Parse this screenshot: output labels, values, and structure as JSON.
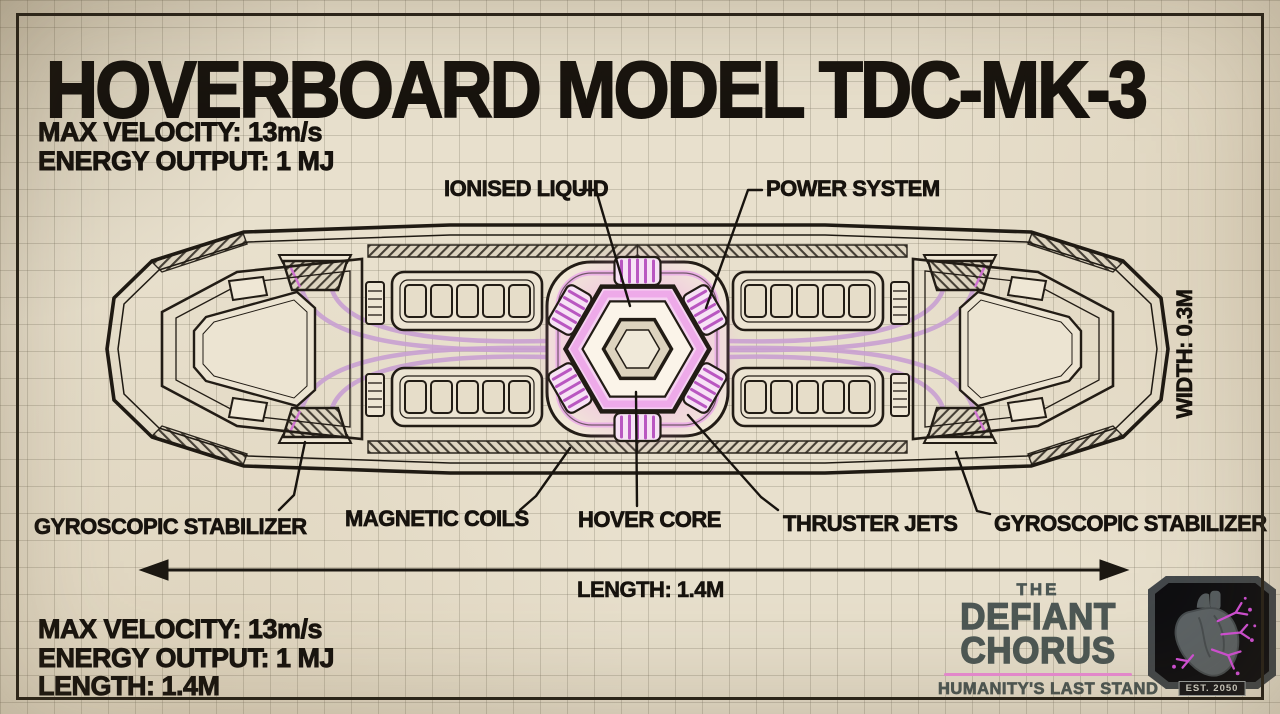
{
  "title": "HOVERBOARD MODEL TDC-MK-3",
  "specs_top": [
    "MAX VELOCITY: 13m/s",
    "ENERGY OUTPUT: 1 MJ"
  ],
  "specs_bottom": [
    "MAX VELOCITY: 13m/s",
    "ENERGY OUTPUT: 1 MJ",
    "LENGTH: 1.4M"
  ],
  "callouts": {
    "ionised_liquid": "IONISED LIQUID",
    "power_system": "POWER SYSTEM",
    "gyro_left": "GYROSCOPIC STABILIZER",
    "magnetic_coils": "MAGNETIC COILS",
    "hover_core": "HOVER CORE",
    "thruster_jets": "THRUSTER JETS",
    "gyro_right": "GYROSCOPIC STABILIZER"
  },
  "dimensions": {
    "width": "WIDTH: 0.3M",
    "length": "LENGTH: 1.4M"
  },
  "logo": {
    "the": "THE",
    "defiant": "DEFIANT",
    "chorus": "CHORUS",
    "tagline": "HUMANITY'S LAST STAND",
    "est": "EST. 2050"
  },
  "colors": {
    "paper": "#e8e0cd",
    "ink": "#17130e",
    "accent_pink": "#ee8ed8",
    "glow_pink": "#f29ae8",
    "logo_gray": "#4d5855",
    "badge_bg": "#0e0e11"
  }
}
